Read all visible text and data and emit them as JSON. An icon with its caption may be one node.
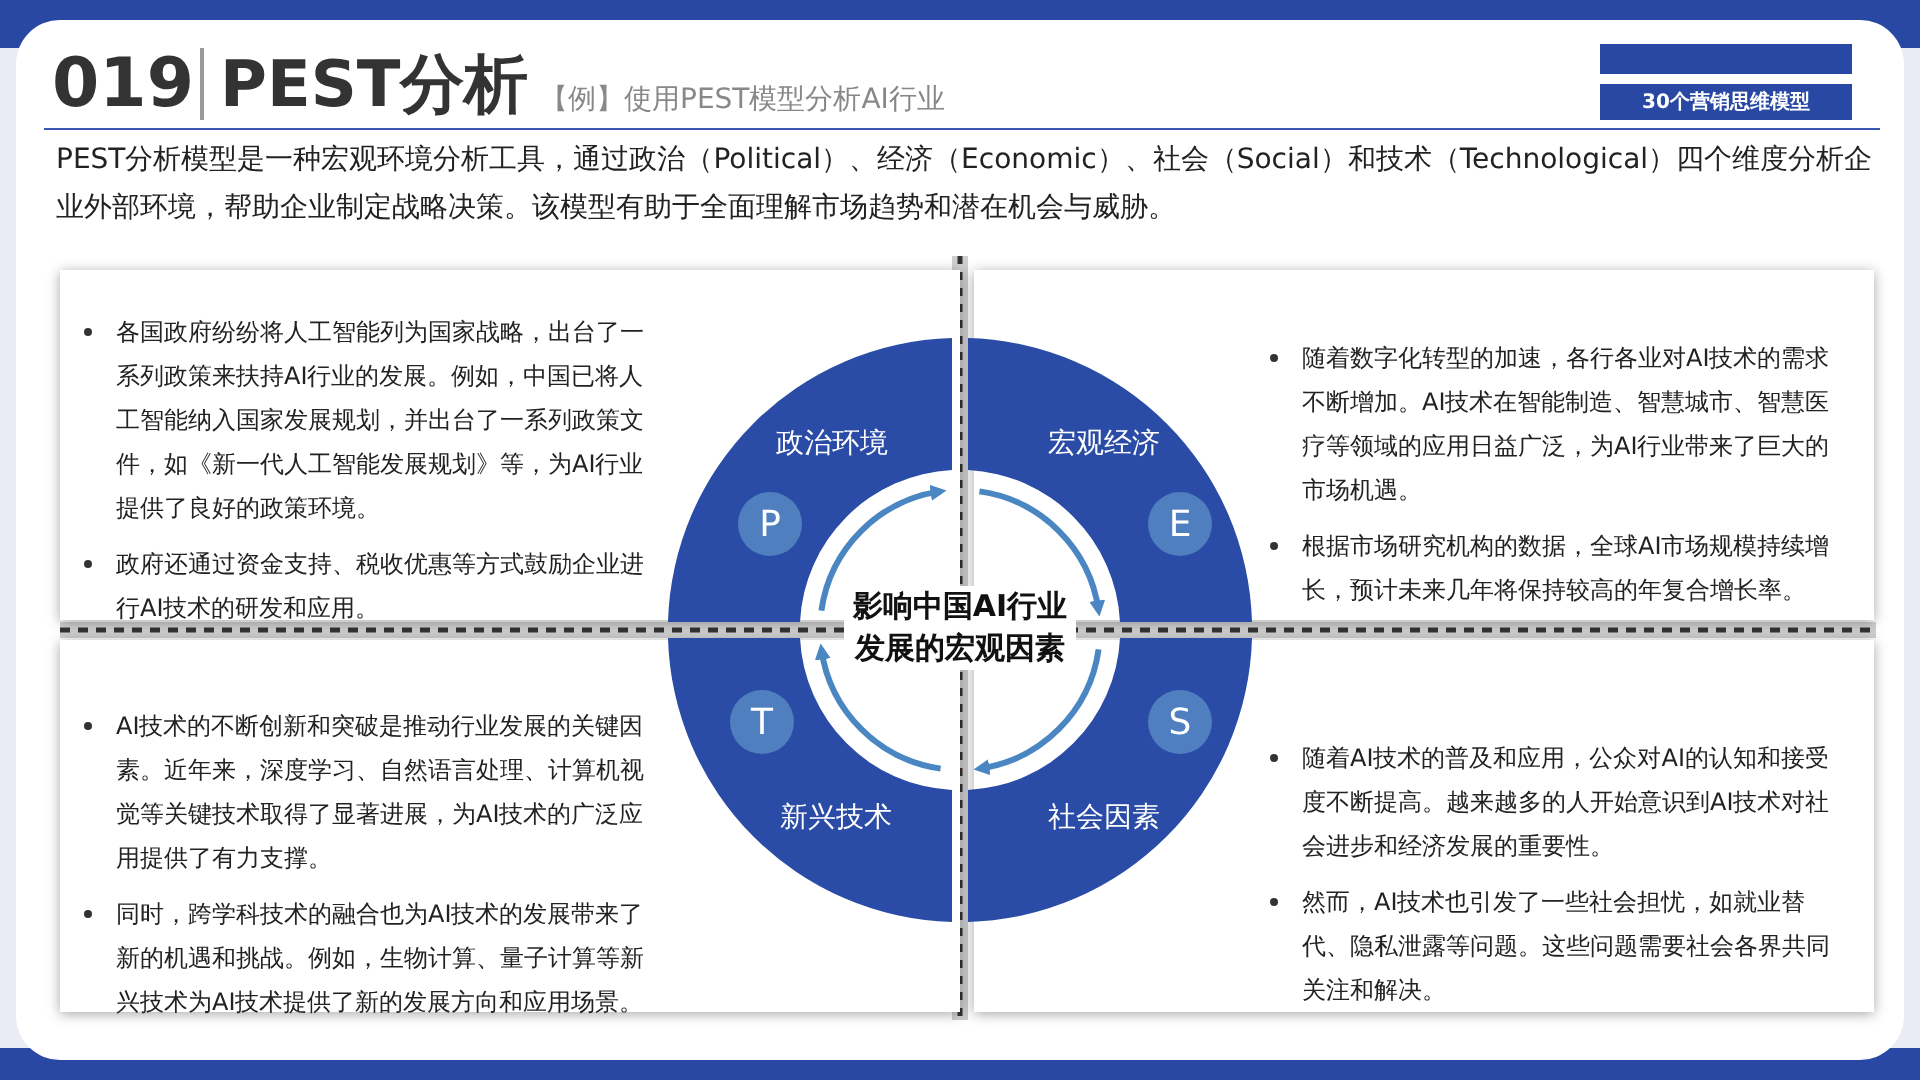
{
  "diagram": {
    "title": "PEST分析",
    "nodes": [
      {
        "text": [
          "30个营销思维模型"
        ]
      },
      {
        "text": [
          "各国政府纷纷将人工智能列为国家战略，出台了一系列政策来扶持AI行业的发展。例如，中国已将人工智能纳入国家发展规划，并出台了一系列政策文件，如《新一代人工智能发展规划》等，为AI行业提供了良好的政策环境。",
          "政府还通过资金支持、税收优惠等方式鼓励企业进行AI技术的研发和应用。"
        ]
      },
      {
        "text": [
          "政治环境"
        ],
        "in": 1
      },
      {
        "text": [
          "P"
        ],
        "in": 2
      },
      {
        "text": [
          "宏观经济"
        ],
        "in": 6
      },
      {
        "text": [
          "E"
        ],
        "in": 4
      },
      {
        "text": [
          "随着数字化转型的加速，各行各业对AI技术的需求不断增加。AI技术在智能制造、智慧城市、智慧医疗等领域的应用日益广泛，为AI行业带来了巨大的市场机遇。",
          "根据市场研究机构的数据，全球AI市场规模持续增长，预计未来几年将保持较高的年复合增长率。"
        ]
      },
      {
        "text": [
          "影响中国AI行业发展的宏观因素"
        ]
      },
      {
        "text": [
          "AI技术的不断创新和突破是推动行业发展的关键因素。近年来，深度学习、自然语言处理、计算机视觉等关键技术取得了显著进展，为AI技术的广泛应用提供了有力支撑。",
          "同时，跨学科技术的融合也为AI技术的发展带来了新的机遇和挑战。例如，生物计算、量子计算等新兴技术为AI技术提供了新的发展方向和应用场景。"
        ]
      },
      {
        "text": [
          "新兴技术"
        ],
        "in": 8
      },
      {
        "text": [
          "T"
        ],
        "in": 9
      },
      {
        "text": [
          "社会因素"
        ],
        "in": 13
      },
      {
        "text": [
          "S"
        ],
        "in": 11
      },
      {
        "text": [
          "随着AI技术的普及和应用，公众对AI的认知和接受度不断提高。越来越多的人开始意识到AI技术对社会进步和经济发展的重要性。",
          "然而，AI技术也引发了一些社会担忧，如就业替代、隐私泄露等问题。这些问题需要社会各界共同关注和解决。"
        ]
      }
    ],
    "labels": [
      "019",
      "【例】使用PEST模型分析AI行业",
      "PEST分析模型是一种宏观环境分析工具，通过政治（Political）、经济（Economic）、社会（Social）和技术（Technological）四个维度分析企业外部环境，帮助企业制定战略决策。该模型有助于全面理解市场趋势和潜在机会与威胁。"
    ]
  }
}
